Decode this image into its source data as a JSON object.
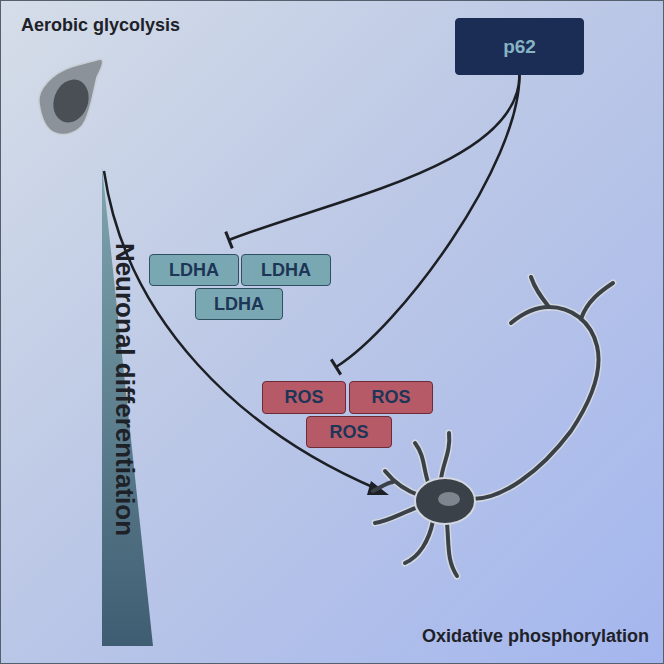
{
  "diagram": {
    "nodes": [
      {
        "text": [
          "p62"
        ]
      },
      {
        "text": [
          "LDHA"
        ]
      },
      {
        "text": [
          "LDHA"
        ]
      },
      {
        "text": [
          "LDHA"
        ]
      },
      {
        "text": [
          "ROS"
        ]
      },
      {
        "text": [
          "ROS"
        ]
      },
      {
        "text": [
          "ROS"
        ]
      }
    ],
    "edges": [
      {
        "from": 0,
        "to": 1,
        "arrow": "to"
      },
      {
        "from": 0,
        "to": 4,
        "arrow": "to"
      }
    ],
    "labels": [
      "Aerobic glycolysis",
      "Neuronal differentiation",
      "Oxidative phosphorylation"
    ]
  }
}
